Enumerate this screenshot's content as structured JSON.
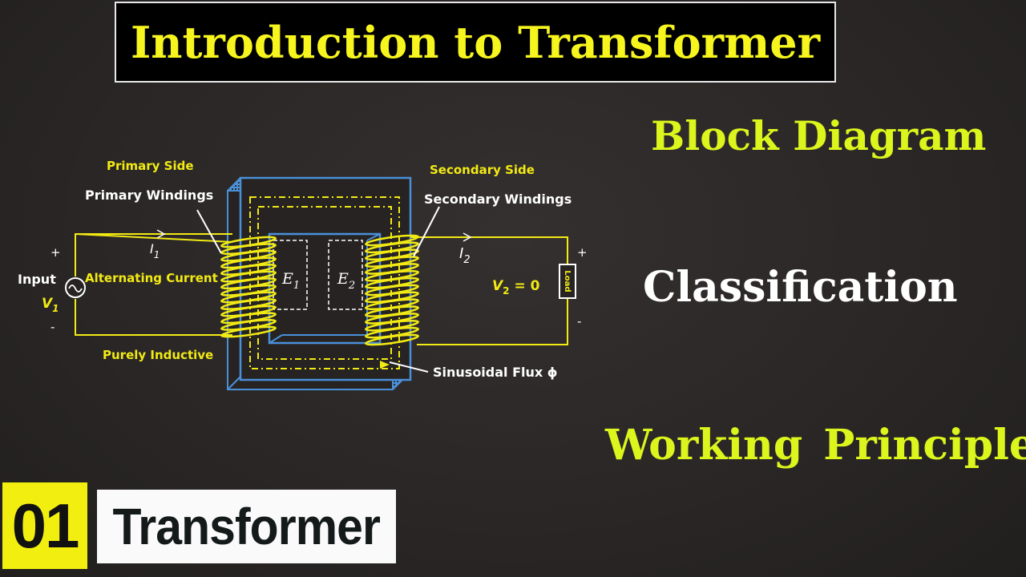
{
  "title": "Introduction to Transformer",
  "topics": {
    "block_diagram": "Block Diagram",
    "classification": "Classification",
    "working_principle": "Working  Principle"
  },
  "episode": {
    "number": "01",
    "name": "Transformer"
  },
  "diagram": {
    "primary_side": "Primary Side",
    "primary_windings": "Primary Windings",
    "secondary_side": "Secondary Side",
    "secondary_windings": "Secondary Windings",
    "input": "Input",
    "alternating_current": "Alternating Current",
    "purely_inductive": "Purely Inductive",
    "sinusoidal_flux": "Sinusoidal Flux ϕ",
    "load": "Load",
    "plus": "+",
    "minus": "-",
    "v1": "V",
    "v1_sub": "1",
    "i1": "I",
    "i1_sub": "1",
    "i2": "I",
    "i2_sub": "2",
    "e1": "E",
    "e1_sub": "1",
    "e2": "E",
    "e2_sub": "2",
    "v2": "V",
    "v2_sub": "2",
    "v2_eq": " = 0",
    "colors": {
      "core": "#4a90d9",
      "wire": "#f2ea14",
      "label_yellow": "#f2ea14"
    }
  }
}
